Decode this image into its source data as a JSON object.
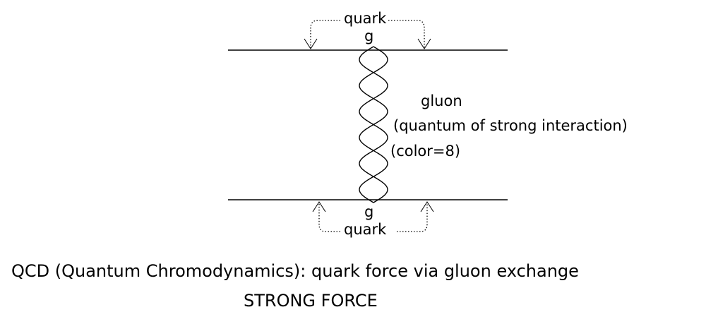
{
  "labels": {
    "top_quark": "quark",
    "top_g": "g",
    "bottom_g": "g",
    "bottom_quark": "quark",
    "gluon": "gluon",
    "gluon_description": "(quantum of strong interaction)",
    "color": "(color=8)"
  },
  "caption": {
    "line1": "QCD (Quantum Chromodynamics): quark force via gluon exchange",
    "line2": "STRONG FORCE"
  },
  "colors": {
    "ink": "#000000",
    "background": "#ffffff"
  }
}
